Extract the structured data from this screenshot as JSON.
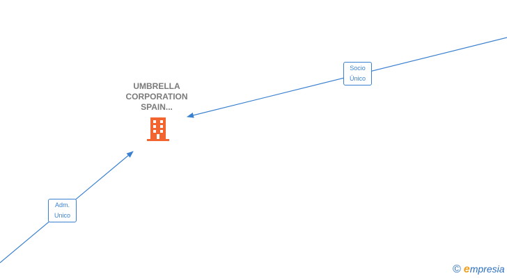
{
  "company": {
    "name_lines": [
      "UMBRELLA",
      "CORPORATION",
      "SPAIN..."
    ],
    "icon": "building-icon",
    "icon_color": "#f26430"
  },
  "relations": [
    {
      "role_lines": [
        "Socio",
        "Único"
      ]
    },
    {
      "role_lines": [
        "Adm.",
        "Unico"
      ]
    }
  ],
  "edge_color": "#3a80d0",
  "watermark": {
    "copyright_symbol": "©",
    "brand_initial": "e",
    "brand_rest": "mpresia"
  }
}
